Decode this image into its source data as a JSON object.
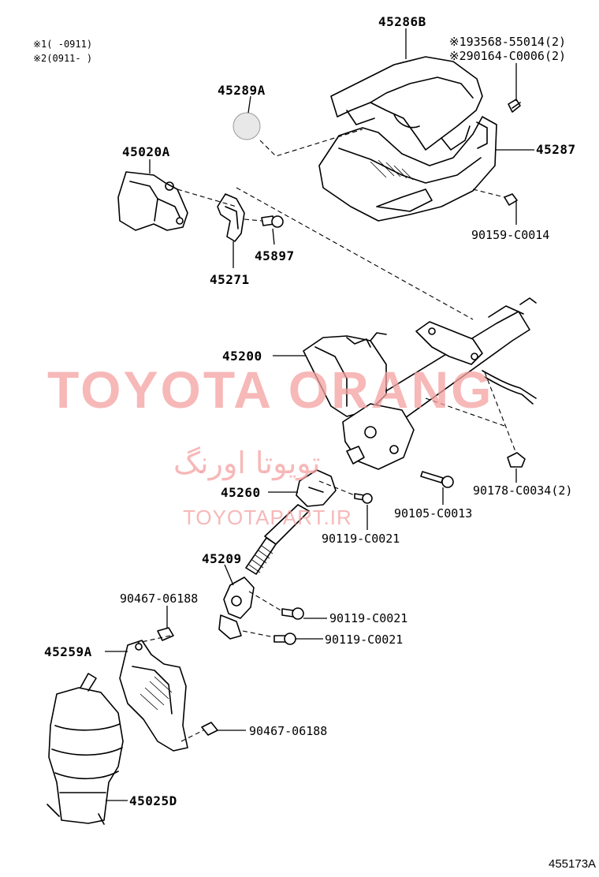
{
  "legend": {
    "note1": "※1(   -0911)",
    "note2": "※2(0911-    )"
  },
  "parts": {
    "p45286B": "45286B",
    "p193568": "※193568-55014(2)",
    "p290164": "※290164-C0006(2)",
    "p45289A": "45289A",
    "p45287": "45287",
    "p45020A": "45020A",
    "p90159": "90159-C0014",
    "p45897": "45897",
    "p45271": "45271",
    "p45200": "45200",
    "p90178": "90178-C0034(2)",
    "p45260": "45260",
    "p90105": "90105-C0013",
    "p90119a": "90119-C0021",
    "p45209": "45209",
    "p90467a": "90467-06188",
    "p90119b": "90119-C0021",
    "p90119c": "90119-C0021",
    "p45259A": "45259A",
    "p90467b": "90467-06188",
    "p45025D": "45025D"
  },
  "watermark": {
    "brand": "TOYOTA ORANG",
    "farsi": "تویوتا اورنگ",
    "url": "TOYOTAPART.IR",
    "color": "#f4a0a0"
  },
  "diagram_code": "455173A"
}
